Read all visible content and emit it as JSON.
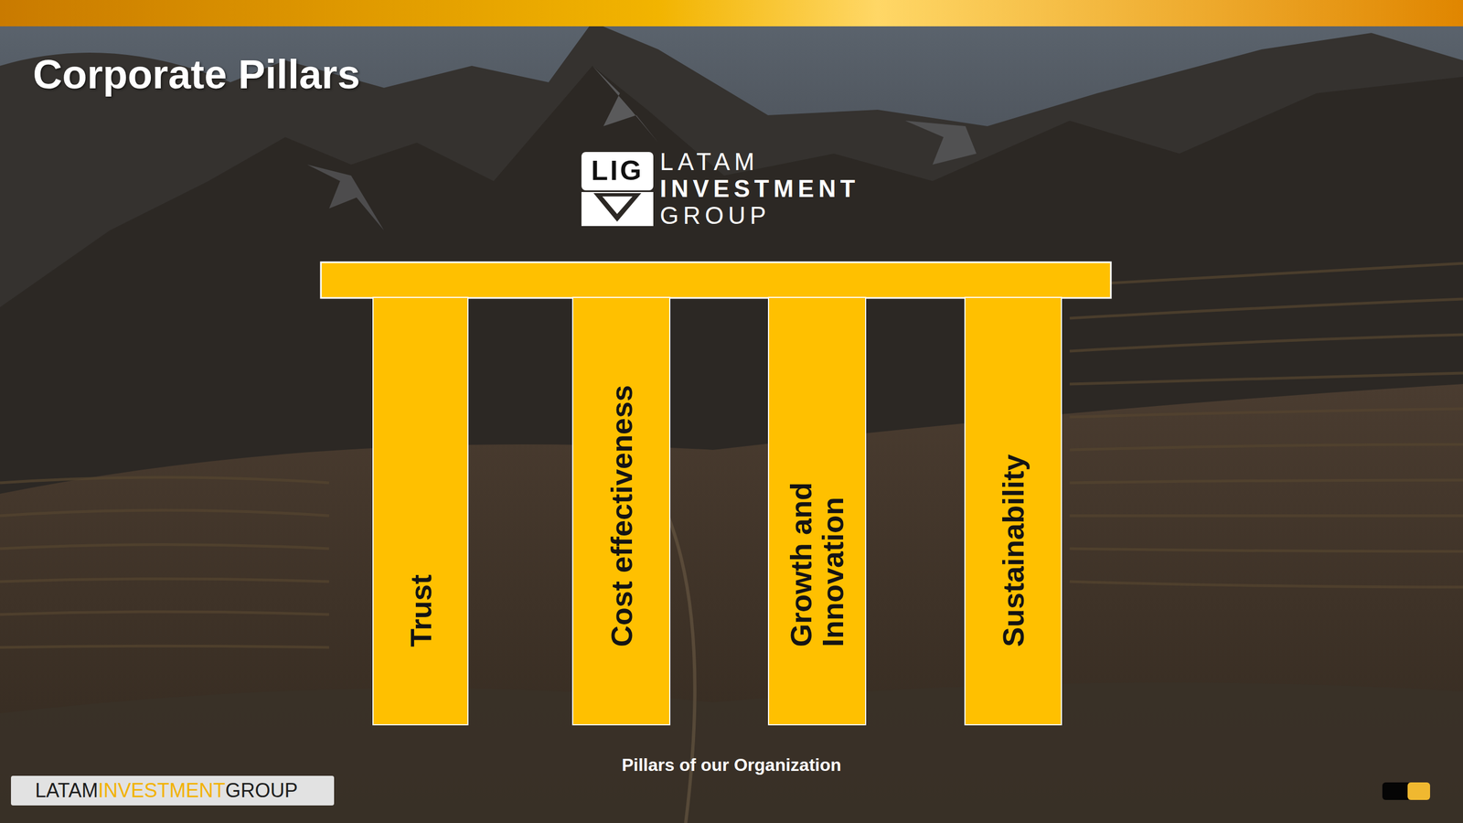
{
  "diagram": {
    "title": "Corporate Pillars",
    "caption": "Pillars of our Organization",
    "nodes": [
      {
        "text": [
          "Trust"
        ]
      },
      {
        "text": [
          "Cost effectiveness"
        ]
      },
      {
        "text": [
          "Growth and Innovation"
        ]
      },
      {
        "text": [
          "Sustainability"
        ]
      }
    ],
    "labels": [
      "LIG",
      "LATAM",
      "INVESTMENT",
      "GROUP",
      "LATAM",
      "INVESTMENT",
      "GROUP"
    ]
  }
}
